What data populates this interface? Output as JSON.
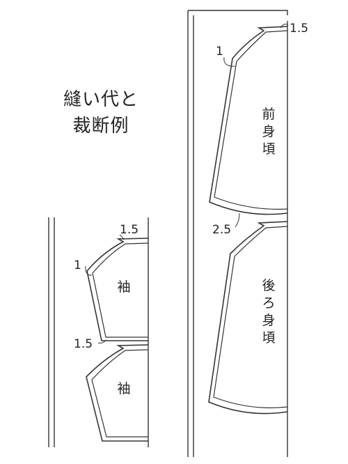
{
  "title": {
    "line1": "縫い代と",
    "line2": "裁断例"
  },
  "pieces": {
    "front_body": "前身頃",
    "back_body": "後ろ身頃",
    "sleeve_1": "袖",
    "sleeve_2": "袖"
  },
  "allowances": {
    "front_shoulder": "1.5",
    "front_armhole": "1",
    "hem_gap": "2.5",
    "sleeve_top": "1.5",
    "sleeve_curve": "1",
    "sleeve_gap": "1.5"
  },
  "colors": {
    "line": "#333333",
    "background": "#ffffff"
  }
}
